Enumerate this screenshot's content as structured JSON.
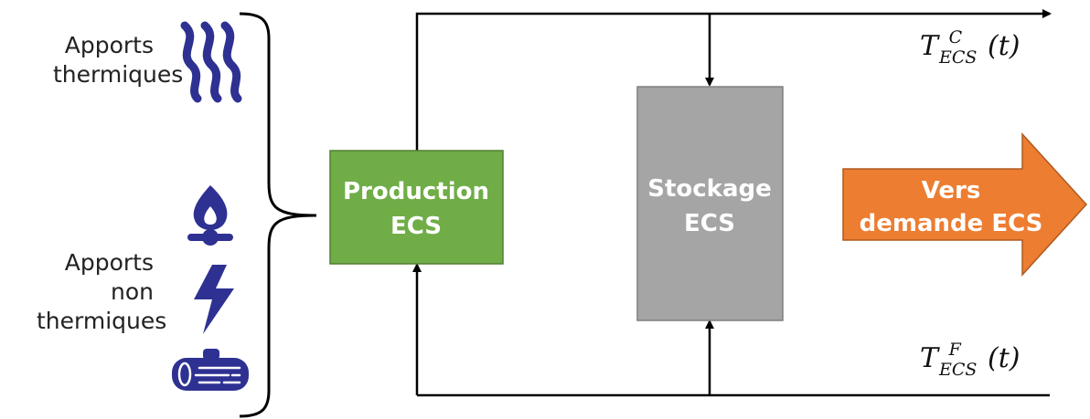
{
  "labels": {
    "thermal_inputs": [
      "Apports",
      "thermiques"
    ],
    "non_thermal_inputs": [
      "Apports",
      "non",
      "thermiques"
    ]
  },
  "blocks": {
    "production": {
      "line1": "Production",
      "line2": "ECS",
      "color": "#70ad47"
    },
    "storage": {
      "line1": "Stockage",
      "line2": "ECS",
      "color": "#a5a5a5"
    },
    "demand": {
      "line1": "Vers",
      "line2": "demande ECS",
      "color": "#ed7d31"
    }
  },
  "temperatures": {
    "hot": {
      "base": "T",
      "sup": "C",
      "sub": "ECS",
      "arg": "(t)"
    },
    "cold": {
      "base": "T",
      "sup": "F",
      "sub": "ECS",
      "arg": "(t)"
    }
  },
  "icons": [
    "heat-waves-icon",
    "gas-flame-icon",
    "lightning-bolt-icon",
    "wood-log-icon"
  ],
  "colors": {
    "icon": "#2e3192",
    "line": "#000000"
  }
}
